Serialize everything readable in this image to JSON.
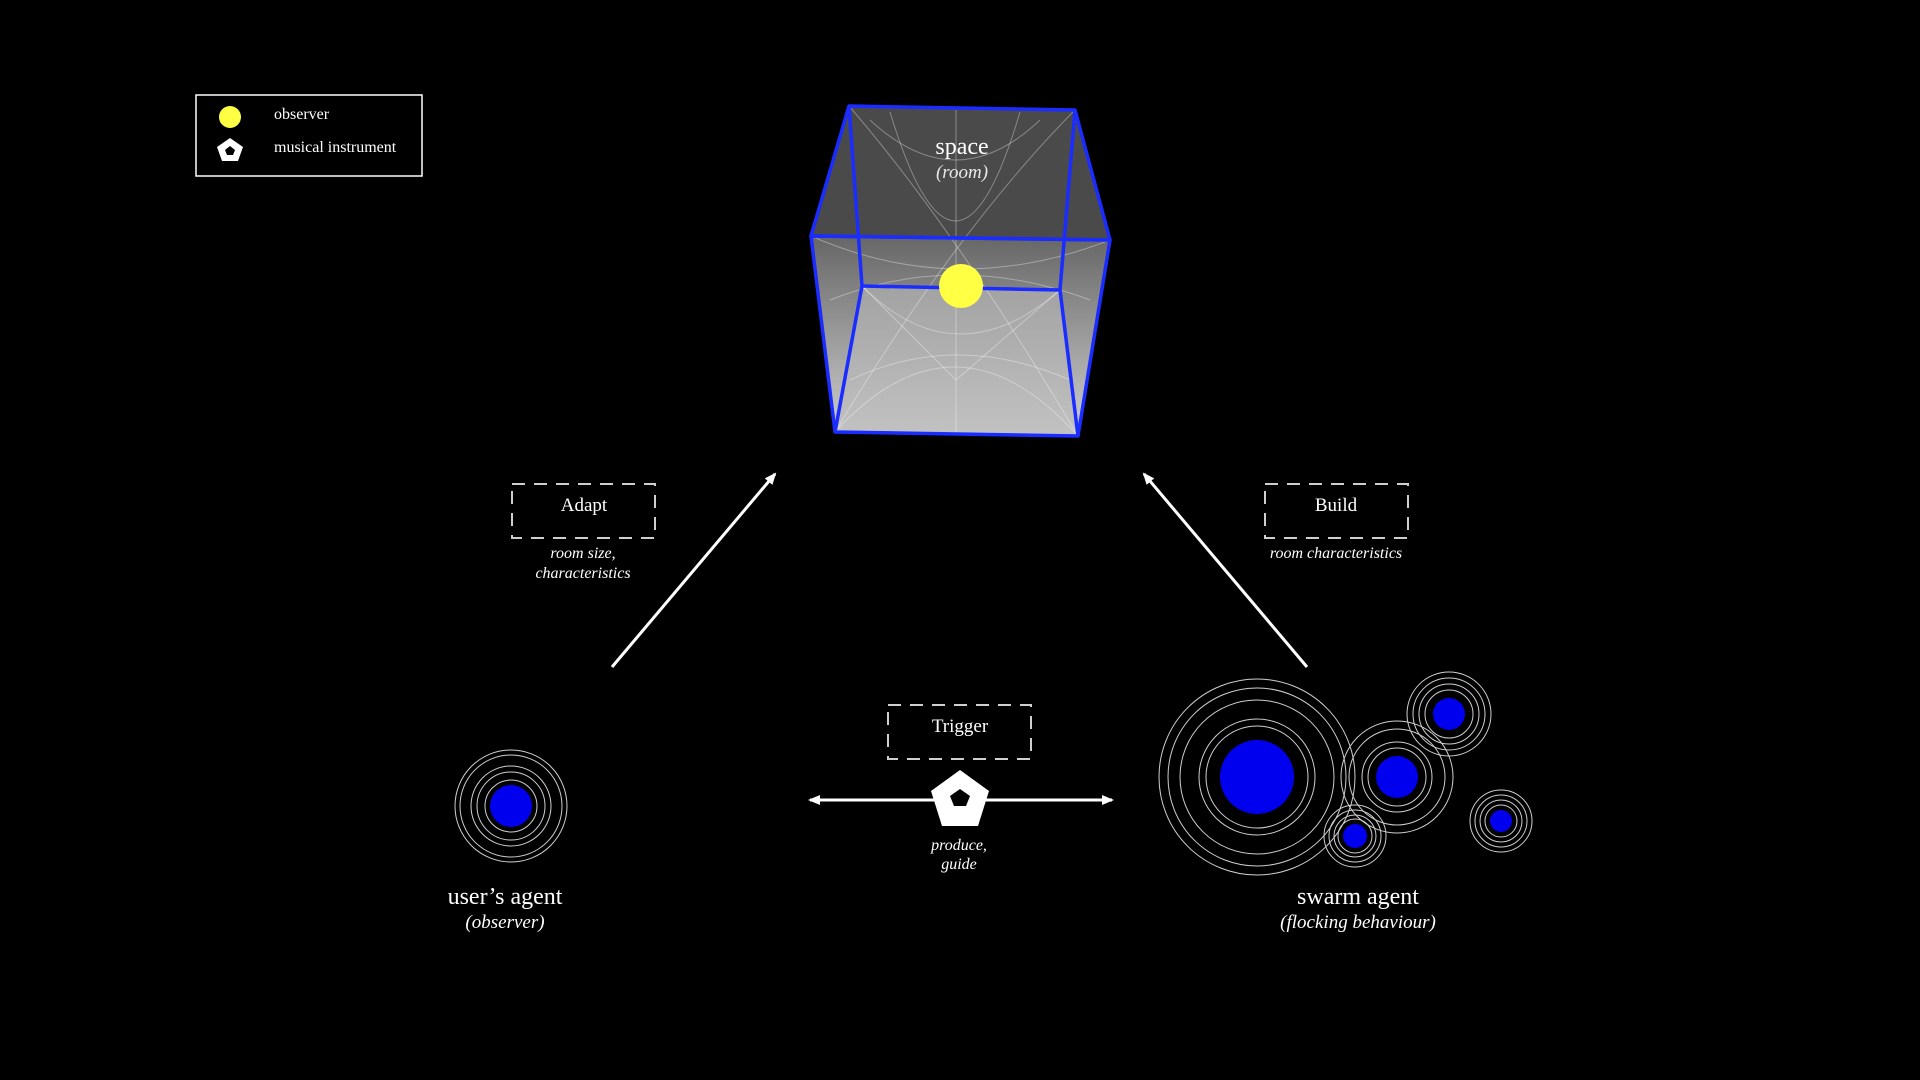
{
  "legend": {
    "observer": "observer",
    "instrument": "musical instrument"
  },
  "space": {
    "title": "space",
    "subtitle": "(room)"
  },
  "adapt": {
    "label": "Adapt",
    "note_line1": "room size,",
    "note_line2": "characteristics"
  },
  "build": {
    "label": "Build",
    "note": "room characteristics"
  },
  "trigger": {
    "label": "Trigger",
    "note_line1": "produce,",
    "note_line2": "guide"
  },
  "user_agent": {
    "title": "user’s agent",
    "subtitle": "(observer)"
  },
  "swarm_agent": {
    "title": "swarm agent",
    "subtitle": "(flocking behaviour)"
  },
  "colors": {
    "background": "#000000",
    "agent_blue": "#0000ee",
    "observer_yellow": "#ffff44",
    "cube_edge": "#1a2cff",
    "line_white": "#ffffff"
  },
  "icons": {
    "observer": "yellow-circle",
    "instrument": "pentagon-icon"
  }
}
